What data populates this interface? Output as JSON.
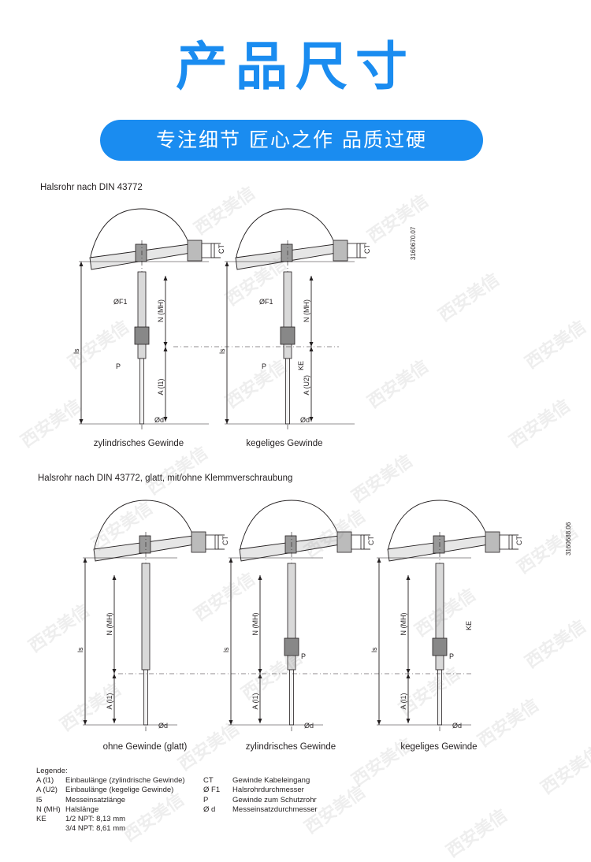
{
  "header": {
    "title": "产品尺寸",
    "banner": "专注细节  匠心之作  品质过硬"
  },
  "section1": {
    "heading": "Halsrohr nach DIN 43772",
    "doc_no": "3160670.07",
    "captions": [
      "zylindrisches Gewinde",
      "kegeliges Gewinde"
    ]
  },
  "section2": {
    "heading": "Halsrohr nach DIN 43772, glatt, mit/ohne Klemmverschraubung",
    "doc_no": "3160688.06",
    "captions": [
      "ohne Gewinde (glatt)",
      "zylindrisches Gewinde",
      "kegeliges Gewinde"
    ]
  },
  "dims": {
    "ct": "CT",
    "f1": "ØF1",
    "nmh": "N (MH)",
    "is": "ls",
    "p": "P",
    "ke": "KE",
    "a1": "A (l1)",
    "a2": "A (U2)",
    "d": "Ød"
  },
  "legend": {
    "title": "Legende:",
    "left": [
      {
        "k": "A (l1)",
        "v": "Einbaulänge (zylindrische Gewinde)"
      },
      {
        "k": "A (U2)",
        "v": "Einbaulänge (kegelige Gewinde)"
      },
      {
        "k": "l5",
        "v": "Messeinsatzlänge"
      },
      {
        "k": "N (MH)",
        "v": "Halslänge"
      },
      {
        "k": "KE",
        "v": "1/2 NPT: 8,13 mm"
      },
      {
        "k": "",
        "v": "3/4 NPT: 8,61 mm"
      }
    ],
    "right": [
      {
        "k": "CT",
        "v": "Gewinde Kabeleingang"
      },
      {
        "k": "Ø F1",
        "v": "Halsrohrdurchmesser"
      },
      {
        "k": "P",
        "v": "Gewinde zum Schutzrohr"
      },
      {
        "k": "Ø d",
        "v": "Messeinsatzdurchmesser"
      }
    ]
  },
  "watermark": "西安美信"
}
